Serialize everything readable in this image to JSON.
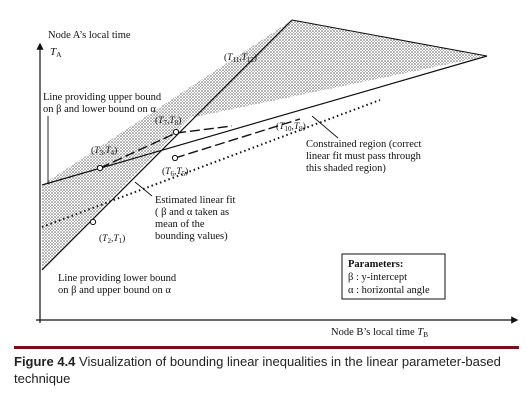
{
  "diagram": {
    "y_axis_label": "Node A’s local time",
    "y_axis_symbol": "T",
    "y_axis_subscript": "A",
    "x_axis_label": "Node B’s local time ",
    "x_axis_symbol": "T",
    "x_axis_subscript": "B",
    "upper_line_label": [
      "Line providing upper bound",
      "on β and lower bound on α"
    ],
    "lower_line_label": [
      "Line providing lower bound",
      "on β and upper bound on α"
    ],
    "estimate_label": [
      "Estimated linear fit",
      "( β and α taken as",
      "mean of the",
      "bounding values)"
    ],
    "region_label": [
      "Constrained region (correct",
      "linear fit must pass through",
      "this shaded region)"
    ],
    "points": [
      {
        "label": "(T11,T12)"
      },
      {
        "label": "(T7,T8)"
      },
      {
        "label": "(T10,T9)"
      },
      {
        "label": "(T3,T4)"
      },
      {
        "label": "(T6,T5)"
      },
      {
        "label": "(T2,T1)"
      }
    ],
    "parameters": {
      "title": "Parameters:",
      "line1_sym": "β",
      "line1_text": " : y-intercept",
      "line2_sym": "α",
      "line2_text": " : horizontal angle"
    }
  },
  "caption": {
    "figure": "Figure 4.4",
    "text": " Visualization of bounding linear inequalities in the linear parameter-based technique"
  },
  "colors": {
    "accent_bar": "#7a0f1a",
    "ink": "#111111"
  }
}
